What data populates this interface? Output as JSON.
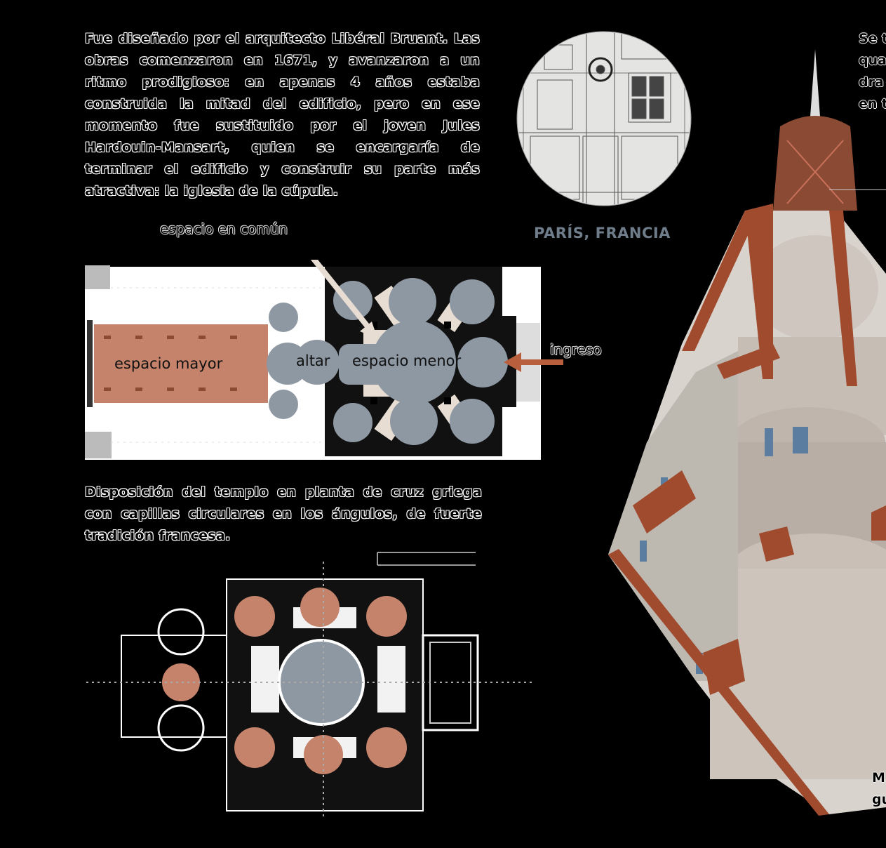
{
  "intro": {
    "line_1_a": "Fue diseñado por el arquitecto ",
    "architect_1": "Libéral Bruant",
    "line_1_b": ". Las obras comenzaron en 1671, y avanzaron a un ritmo prodigioso: en apenas 4 años estaba construida la mitad del edificio, pero en ese momento fue sustituido por el joven ",
    "architect_2": "Jules Hardouin-Mansart",
    "line_1_c": ", quien se encargaría de terminar el edificio y construir su parte más atractiva: la iglesia de la cúpula."
  },
  "location": {
    "label": "PARÍS, FRANCIA"
  },
  "plan": {
    "common_space": "espacio en común",
    "major_space": "espacio mayor",
    "altar": "altar",
    "minor_space": "espacio menor",
    "entrance": "ingreso"
  },
  "description": "Disposición del templo en planta de cruz griega con capillas circulares en los ángulos, de fuerte tradición francesa.",
  "right_column": {
    "frag_1": "Se t",
    "frag_2": "qua",
    "frag_3": "dra",
    "frag_4": "en t",
    "frag_5": "M",
    "frag_6": "gu"
  },
  "colors": {
    "terracotta": "#c4836a",
    "slate": "#8e98a3",
    "brick": "#a04a2e",
    "arrow": "#b8603e"
  }
}
